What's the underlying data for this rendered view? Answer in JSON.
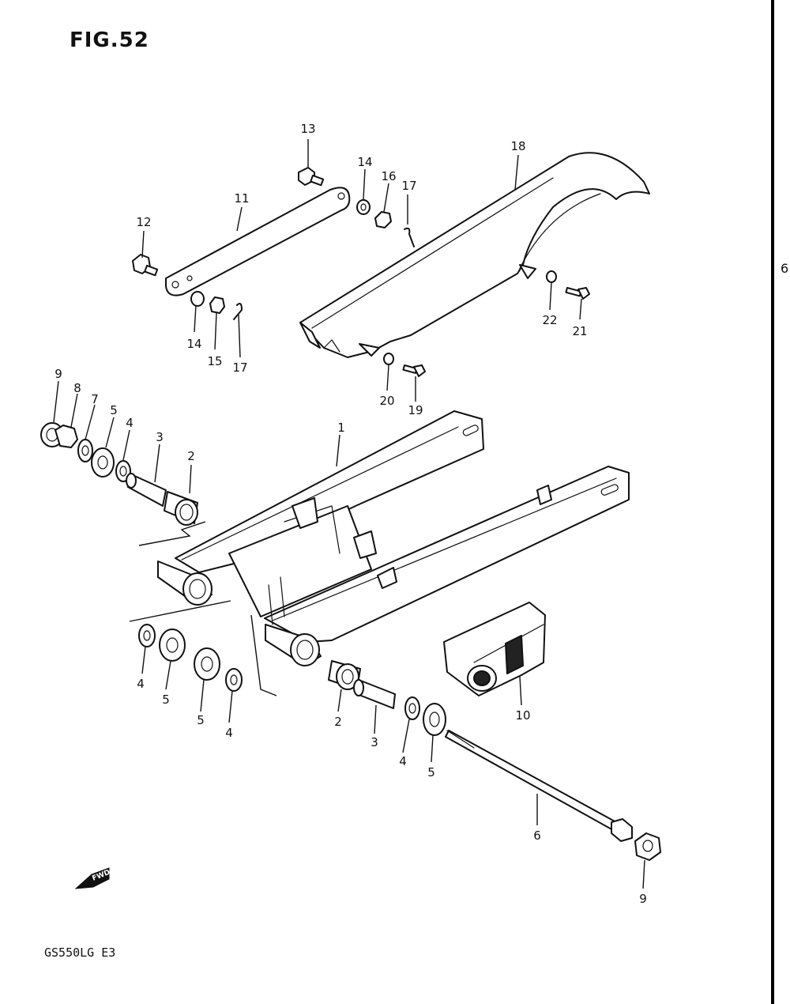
{
  "figure": {
    "title": "FIG.52",
    "model_code": "GS550LG  E3",
    "edge_mark": "6",
    "fwd_label": "FWD"
  },
  "callouts": {
    "c1": "1",
    "c2a": "2",
    "c2b": "2",
    "c3a": "3",
    "c3b": "3",
    "c4a": "4",
    "c4b": "4",
    "c4c": "4",
    "c4d": "4",
    "c5a": "5",
    "c5b": "5",
    "c5c": "5",
    "c5d": "5",
    "c6": "6",
    "c7": "7",
    "c8": "8",
    "c9a": "9",
    "c9b": "9",
    "c10": "10",
    "c11": "11",
    "c12": "12",
    "c13": "13",
    "c14a": "14",
    "c14b": "14",
    "c15": "15",
    "c16": "16",
    "c17a": "17",
    "c17b": "17",
    "c18": "18",
    "c19": "19",
    "c20": "20",
    "c21": "21",
    "c22": "22"
  }
}
